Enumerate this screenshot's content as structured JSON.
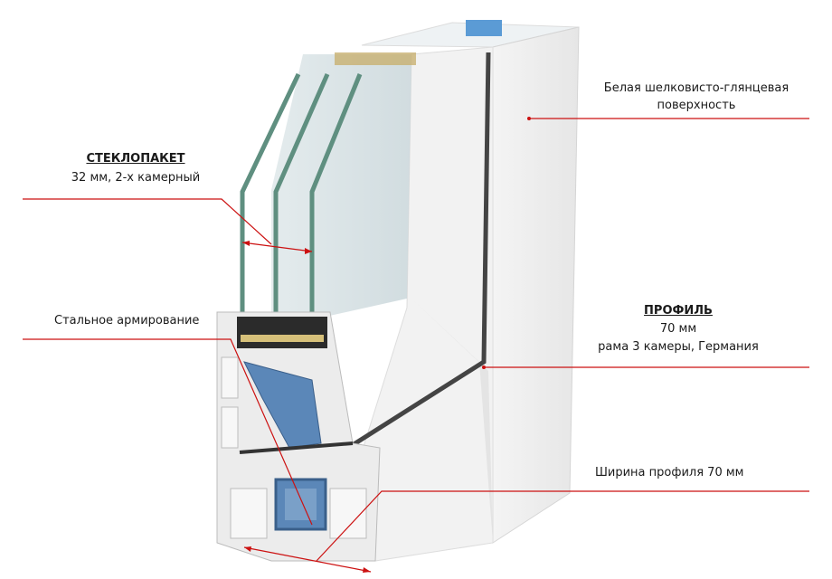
{
  "labels": {
    "glass_unit": {
      "title": "СТЕКЛОПАКЕТ",
      "detail": "32 мм,  2-х камерный"
    },
    "steel": {
      "text": "Стальное армирование"
    },
    "surface": {
      "line1": "Белая шелковисто-глянцевая",
      "line2": "поверхность"
    },
    "profile": {
      "title": "ПРОФИЛЬ",
      "size": "70 мм",
      "detail": "рама 3 камеры, Германия"
    },
    "width": {
      "text": "Ширина профиля 70 мм"
    }
  },
  "colors": {
    "callout": "#cc1111",
    "glass": "#5f8f80",
    "reinforcement": "#5b87b8",
    "gasket": "#444444"
  }
}
